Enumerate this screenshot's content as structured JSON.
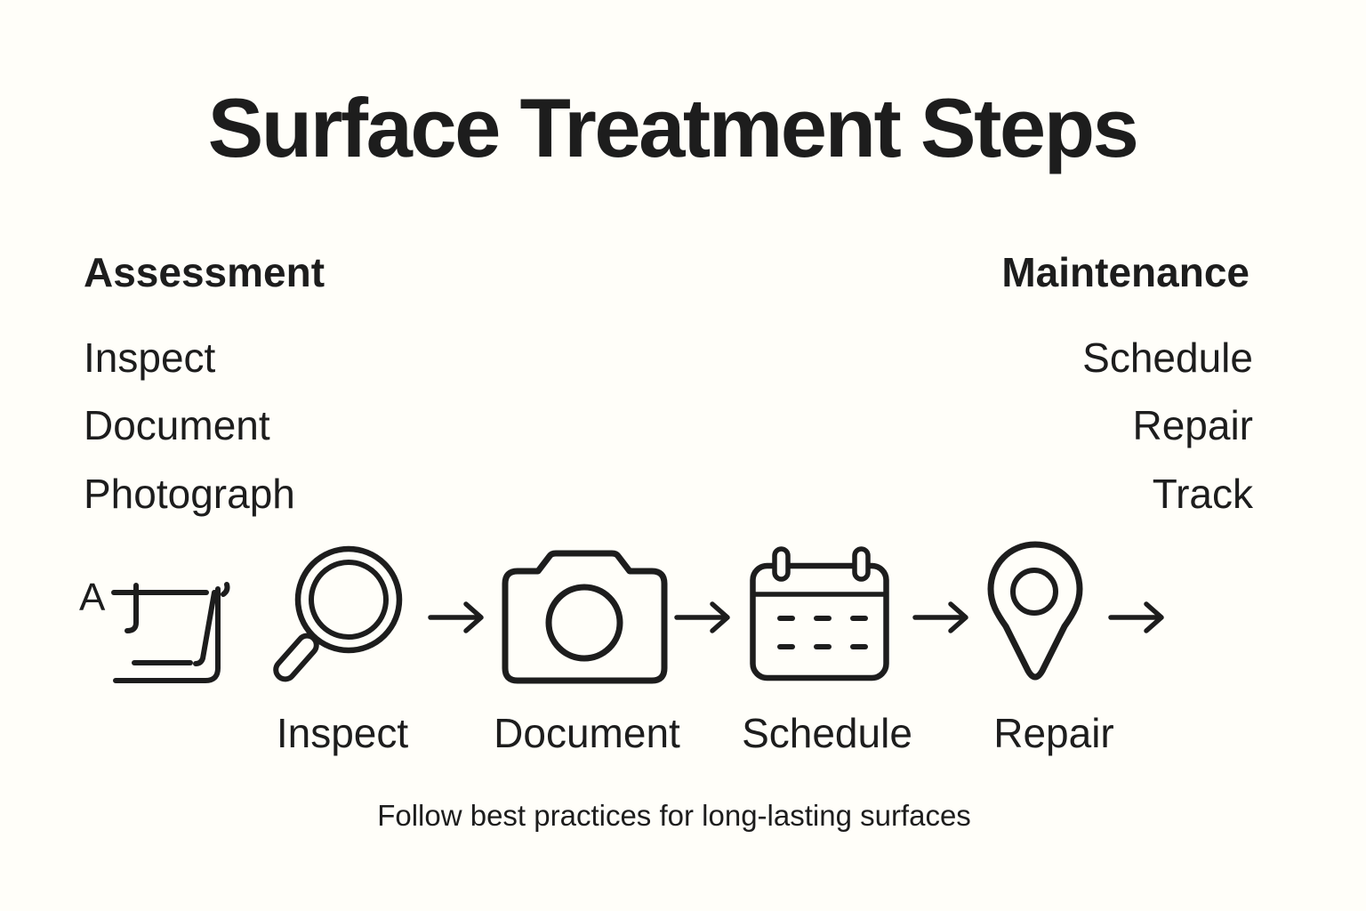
{
  "colors": {
    "background": "#FFFEF9",
    "ink": "#1D1D1D"
  },
  "title": "Surface Treatment Steps",
  "columns": {
    "left": {
      "header": "Assessment",
      "items": [
        "Inspect",
        "Document",
        "Photograph"
      ]
    },
    "right": {
      "header": "Maintenance",
      "items": [
        "Schedule",
        "Repair",
        "Track"
      ]
    }
  },
  "flow": {
    "annotation": "A",
    "arrow_icon": "right-arrow-icon",
    "steps": [
      {
        "icon": "surface-sketch-icon",
        "label": ""
      },
      {
        "icon": "magnifier-icon",
        "label": "Inspect"
      },
      {
        "icon": "camera-icon",
        "label": "Document"
      },
      {
        "icon": "calendar-icon",
        "label": "Schedule"
      },
      {
        "icon": "location-pin-icon",
        "label": "Repair"
      }
    ]
  },
  "footer": "Follow best practices for long-lasting surfaces"
}
